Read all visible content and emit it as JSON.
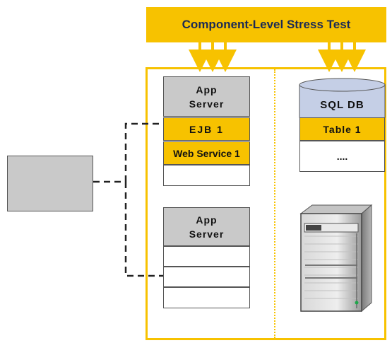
{
  "banner": {
    "title": "Component-Level Stress Test"
  },
  "server_1": {
    "title_line1": "App",
    "title_line2": "Server",
    "component_1": "EJB 1",
    "component_2": "Web Service 1"
  },
  "server_2": {
    "title_line1": "App",
    "title_line2": "Server"
  },
  "database": {
    "title": "SQL DB",
    "table_1": "Table 1",
    "more": "...."
  },
  "colors": {
    "accent": "#f7c200",
    "block_gray": "#c9c9c9",
    "cylinder_blue": "#c5cfe6",
    "text_dark": "#1b2a55"
  },
  "icons": [
    "client-computer-icon",
    "server-rack-icon",
    "database-cylinder-icon"
  ]
}
